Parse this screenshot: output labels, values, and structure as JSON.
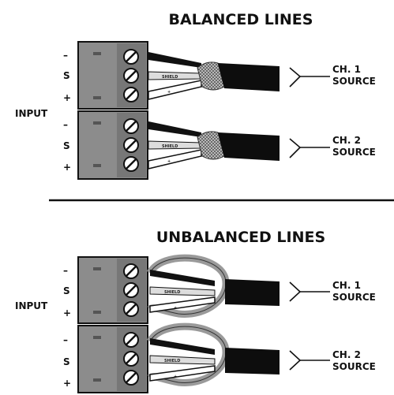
{
  "sections": [
    {
      "title": "BALANCED LINES",
      "input_label": "INPUT",
      "channels": [
        {
          "line1": "CH. 1",
          "line2": "SOURCE",
          "wire_labels": [
            "",
            "SHIELD",
            "+"
          ]
        },
        {
          "line1": "CH. 2",
          "line2": "SOURCE",
          "wire_labels": [
            "",
            "SHIELD",
            "+"
          ]
        }
      ]
    },
    {
      "title": "UNBALANCED LINES",
      "input_label": "INPUT",
      "channels": [
        {
          "line1": "CH. 1",
          "line2": "SOURCE",
          "wire_labels": [
            "",
            "SHIELD",
            "+"
          ]
        },
        {
          "line1": "CH. 2",
          "line2": "SOURCE",
          "wire_labels": [
            "",
            "SHIELD",
            "+"
          ]
        }
      ]
    }
  ],
  "terminal_polarity": [
    "–",
    "S",
    "+"
  ],
  "colors": {
    "block": "#8c8c8c",
    "block_dark": "#6f6f6f",
    "ink": "#111111",
    "shield": "#9a9a9a",
    "cable": "#0d0d0d"
  }
}
